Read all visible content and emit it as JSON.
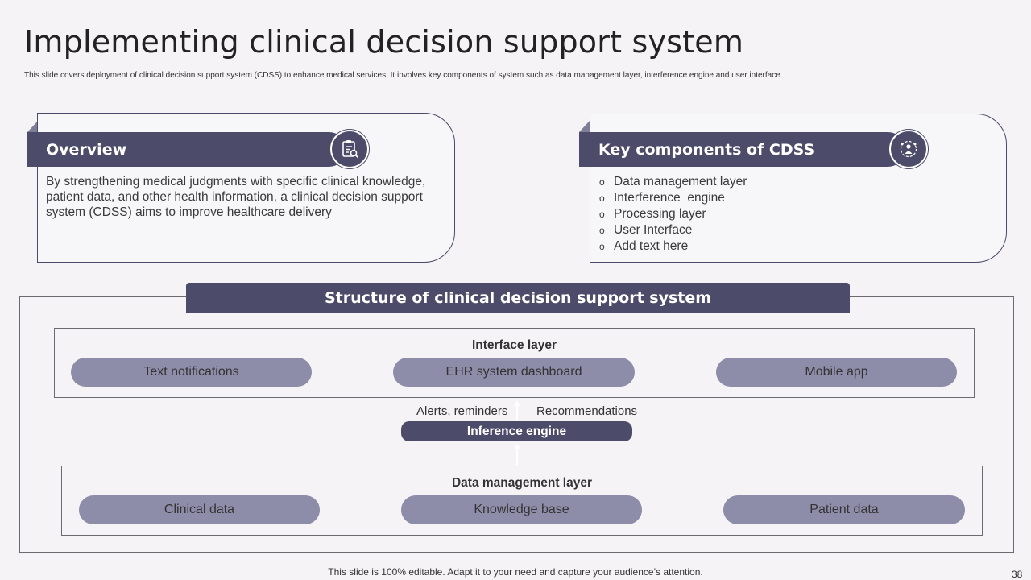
{
  "title": "Implementing clinical decision support system",
  "subtitle": "This slide covers deployment of clinical decision support system (CDSS) to enhance medical services. It involves key components of system such as data management layer, interference engine and user interface.",
  "overview": {
    "heading": "Overview",
    "icon": "clipboard-search-icon",
    "text": "By strengthening medical judgments with specific clinical knowledge, patient data, and other health information, a clinical decision support system (CDSS) aims to improve healthcare delivery"
  },
  "components": {
    "heading": "Key components of CDSS",
    "icon": "doctor-network-icon",
    "bullet_symbol": "o",
    "items": [
      "Data management layer",
      "Interference  engine",
      "Processing layer",
      "User Interface",
      "Add text here"
    ]
  },
  "structure": {
    "heading": "Structure of clinical decision support system",
    "interface_layer": {
      "title": "Interface layer",
      "items": [
        "Text notifications",
        "EHR system dashboard",
        "Mobile app"
      ]
    },
    "flow_labels": {
      "left": "Alerts, reminders",
      "right": "Recommendations"
    },
    "inference_engine": "Inference engine",
    "data_layer": {
      "title": "Data management layer",
      "items": [
        "Clinical data",
        "Knowledge base",
        "Patient data"
      ]
    }
  },
  "footer": "This slide is 100% editable. Adapt it to your need and capture your audience’s attention.",
  "page_number": "38",
  "colors": {
    "accent": "#4d4b6a",
    "pill": "#8d8ca9",
    "background": "#f5f3f5"
  }
}
